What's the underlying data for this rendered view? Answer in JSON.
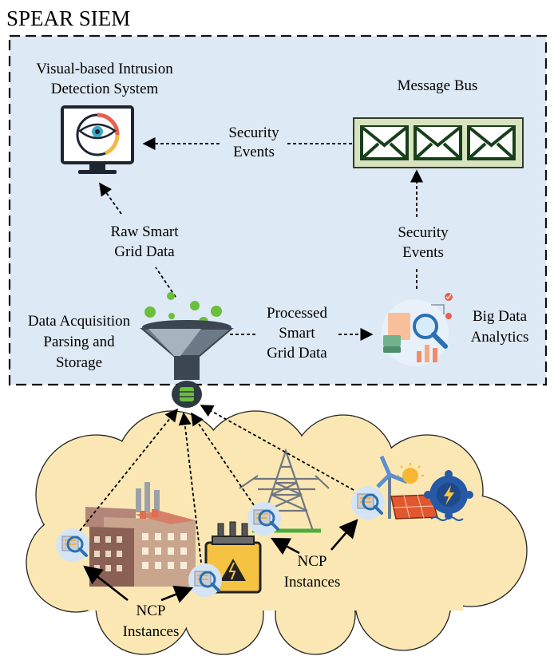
{
  "title": "SPEAR SIEM",
  "components": {
    "vids": {
      "line1": "Visual-based Intrusion",
      "line2": "Detection System"
    },
    "message_bus": {
      "label": "Message Bus"
    },
    "data_acquisition": {
      "line1": "Data Acquisition",
      "line2": "Parsing and",
      "line3": "Storage"
    },
    "big_data": {
      "line1": "Big Data",
      "line2": "Analytics"
    }
  },
  "flows": {
    "bus_to_vids": {
      "line1": "Security",
      "line2": "Events"
    },
    "raw_data": {
      "line1": "Raw Smart",
      "line2": "Grid Data"
    },
    "processed": {
      "line1": "Processed",
      "line2": "Smart",
      "line3": "Grid Data"
    },
    "bda_to_bus": {
      "line1": "Security",
      "line2": "Events"
    }
  },
  "ncp": {
    "left": {
      "line1": "NCP",
      "line2": "Instances"
    },
    "right": {
      "line1": "NCP",
      "line2": "Instances"
    }
  },
  "colors": {
    "siem_bg": "#dde9f5",
    "cloud_bg": "#fbe7b4",
    "bus_bg": "#d9e3c0",
    "envelope": "#17401a",
    "funnel": "#3b4652",
    "green_dot": "#6abf3b"
  }
}
